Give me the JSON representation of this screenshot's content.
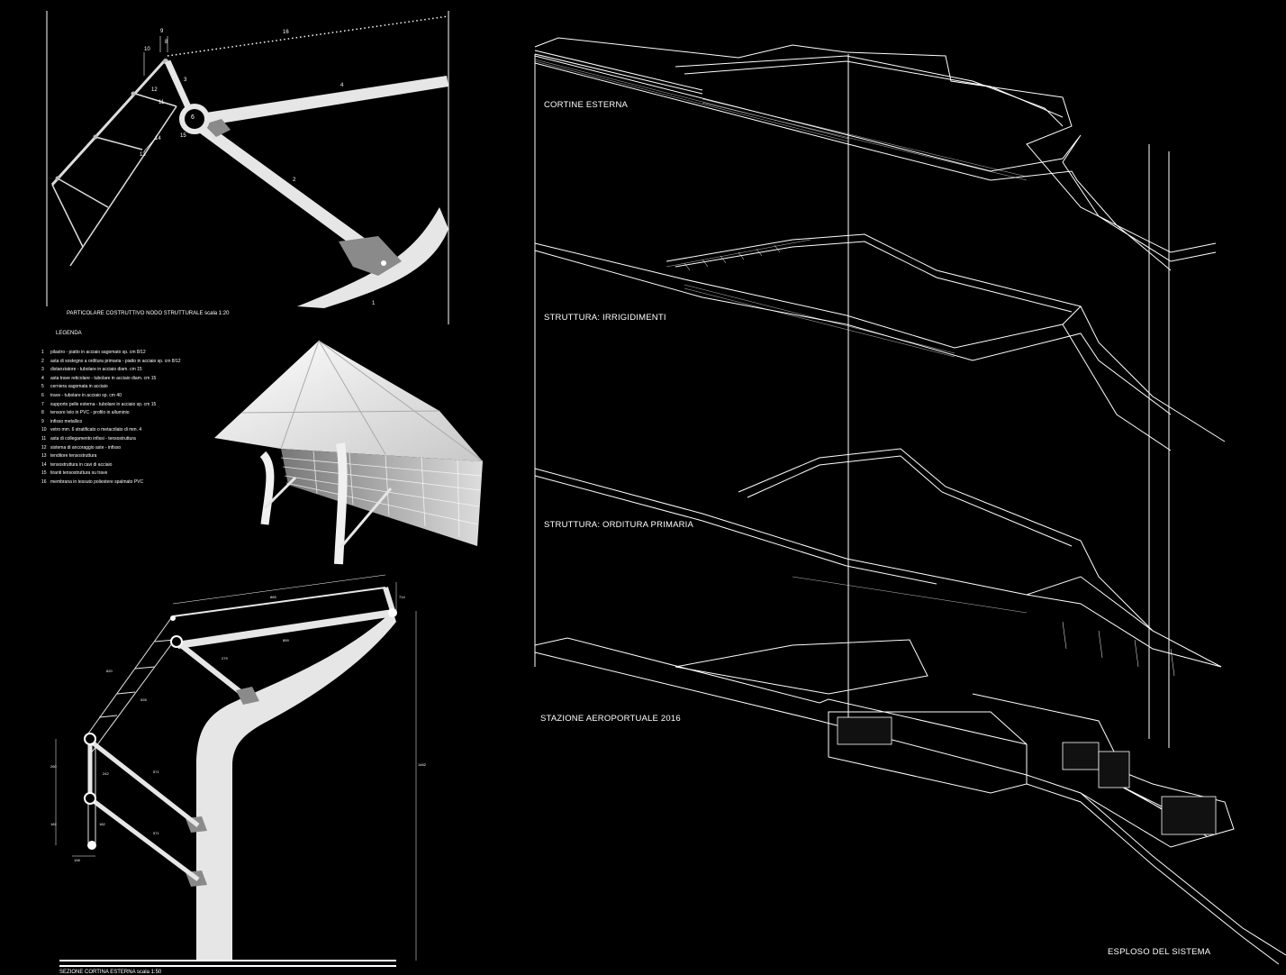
{
  "captions": {
    "node_detail": "PARTICOLARE COSTRUTTIVO NODO STRUTTURALE  scala 1:20",
    "legend_title": "LEGENDA",
    "section": "SEZIONE CORTINA ESTERNA  scala 1:50",
    "exploded": "ESPLOSO DEL SISTEMA"
  },
  "layers": [
    {
      "label": "CORTINE ESTERNA"
    },
    {
      "label": "STRUTTURA: IRRIGIDIMENTI"
    },
    {
      "label": "STRUTTURA: ORDITURA PRIMARIA"
    },
    {
      "label": "STAZIONE AEROPORTUALE 2016"
    }
  ],
  "legend": [
    {
      "n": "1",
      "text": "pilastro - piatto in acciaio sagomato sp. cm 8/12"
    },
    {
      "n": "2",
      "text": "asta di sostegno a orditura primaria - piatto in acciaio sp. cm 8/12"
    },
    {
      "n": "3",
      "text": "distanziatore - tubolare in acciaio diam. cm 15"
    },
    {
      "n": "4",
      "text": "asta trave reticolare - tubolare in acciaio diam. cm 15"
    },
    {
      "n": "5",
      "text": "cerniera sagomata in acciaio"
    },
    {
      "n": "6",
      "text": "trave - tubolare in acciaio sp. cm 40"
    },
    {
      "n": "7",
      "text": "supporto pelle esterna - tubolare in acciaio sp. cm 15"
    },
    {
      "n": "8",
      "text": "tensore telo in PVC - profilo in alluminio"
    },
    {
      "n": "9",
      "text": "infisso metallico"
    },
    {
      "n": "10",
      "text": "vetro mm. 6 stratificato o metacrilato di mm. 4"
    },
    {
      "n": "11",
      "text": "asta di collegamento infissi - tensostruttura"
    },
    {
      "n": "12",
      "text": "sistema di ancoraggio aste - infisso"
    },
    {
      "n": "13",
      "text": "tenditore tensostruttura"
    },
    {
      "n": "14",
      "text": "tensostruttura in cavi di acciaio"
    },
    {
      "n": "15",
      "text": "tiranti tensostruttura su trave"
    },
    {
      "n": "16",
      "text": "membrana in tessuto poliestere spalmato PVC"
    }
  ],
  "detail_numbers": [
    "1",
    "2",
    "3",
    "4",
    "6",
    "8",
    "9",
    "10",
    "11",
    "12",
    "13",
    "14",
    "15",
    "16"
  ],
  "dimensions": [
    "865",
    "714",
    "859",
    "279",
    "820",
    "528",
    "571",
    "242",
    "260",
    "182",
    "182",
    "571",
    "108",
    "1462"
  ],
  "colors": {
    "background": "#000000",
    "line": "#ffffff",
    "fill_light": "#e6e6e6",
    "fill_grey": "#8a8a8a"
  }
}
